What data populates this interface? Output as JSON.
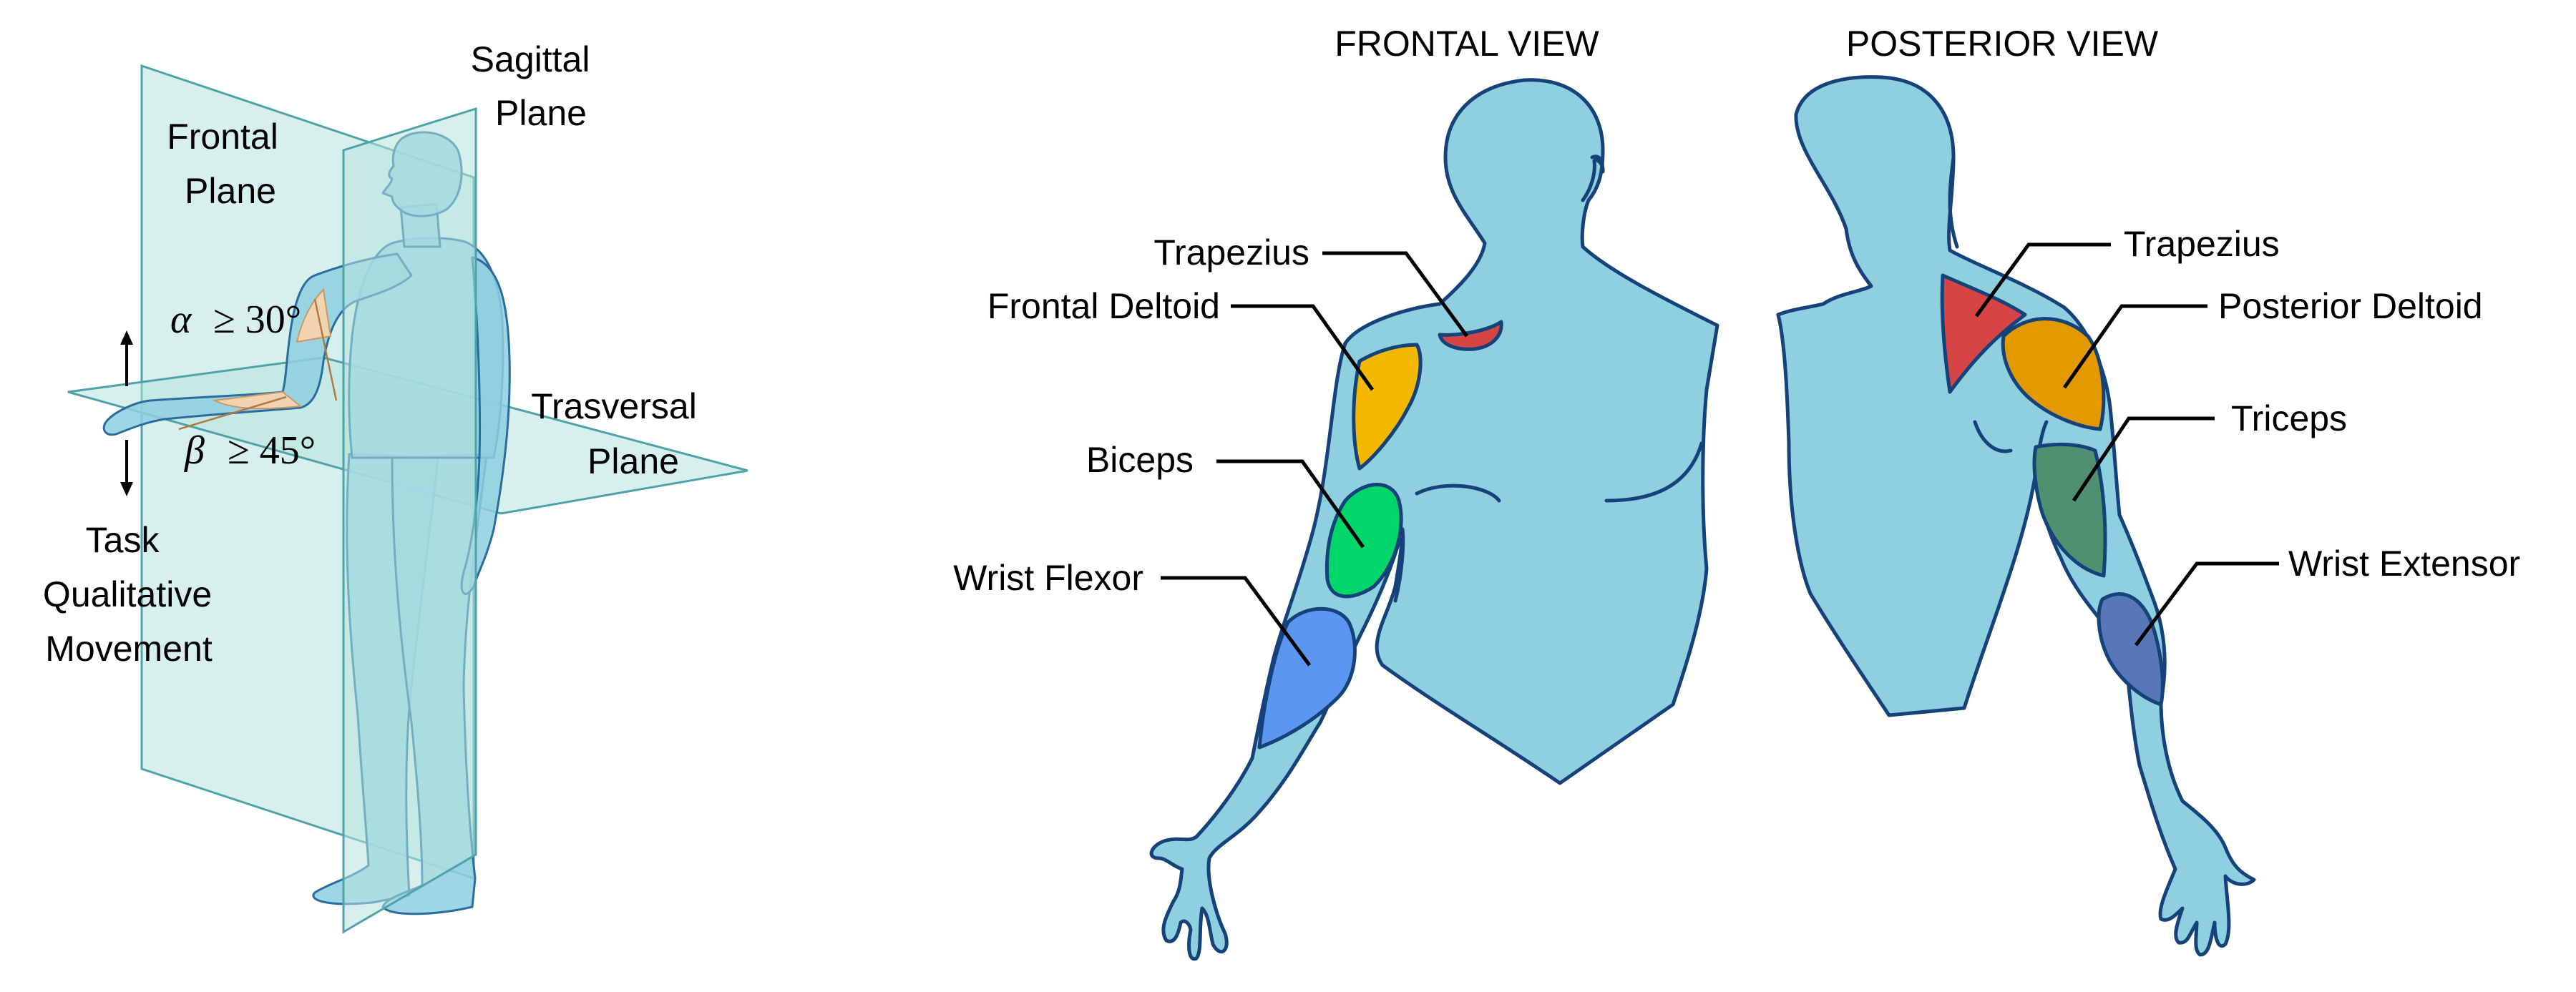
{
  "planes_figure": {
    "labels": {
      "frontal_line1": "Frontal",
      "frontal_line2": "Plane",
      "sagittal_line1": "Sagittal",
      "sagittal_line2": "Plane",
      "transversal_line1": "Trasversal",
      "transversal_line2": "Plane",
      "task_line1": "Task",
      "task_line2": "Qualitative",
      "task_line3": "Movement"
    },
    "angles": {
      "alpha_symbol": "α",
      "alpha_relation": "≥ 30°",
      "beta_symbol": "β",
      "beta_relation": "≥ 45°"
    },
    "colors": {
      "plane": "#b6e3df",
      "body": "#8ecfe0",
      "angle_fill": "#f2d3b0"
    }
  },
  "frontal_view": {
    "title": "FRONTAL VIEW",
    "muscles": [
      {
        "label": "Trapezius",
        "color": "#d64545"
      },
      {
        "label": "Frontal Deltoid",
        "color": "#f5b800"
      },
      {
        "label": "Biceps",
        "color": "#00d66a"
      },
      {
        "label": "Wrist Flexor",
        "color": "#5b97f0"
      }
    ]
  },
  "posterior_view": {
    "title": "POSTERIOR VIEW",
    "muscles": [
      {
        "label": "Trapezius",
        "color": "#d64545"
      },
      {
        "label": "Posterior Deltoid",
        "color": "#e39a00"
      },
      {
        "label": "Triceps",
        "color": "#4f9070"
      },
      {
        "label": "Wrist Extensor",
        "color": "#5877b8"
      }
    ]
  }
}
